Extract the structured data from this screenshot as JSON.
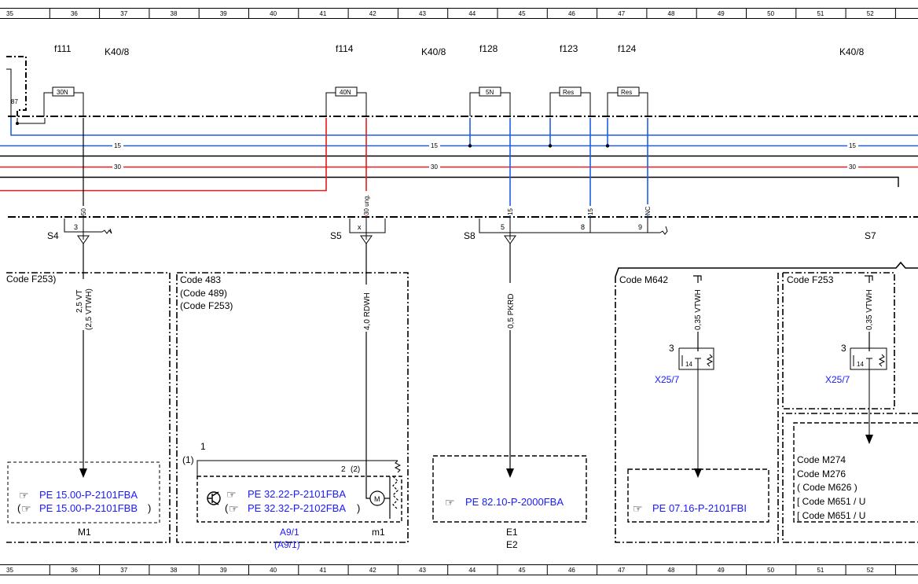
{
  "grid": {
    "columns": [
      "35",
      "36",
      "37",
      "38",
      "39",
      "40",
      "41",
      "42",
      "43",
      "44",
      "45",
      "46",
      "47",
      "48",
      "49",
      "50",
      "51",
      "52"
    ]
  },
  "fuses": {
    "f111": {
      "label": "f111",
      "rating": "30N"
    },
    "f114": {
      "label": "f114",
      "rating": "40N"
    },
    "f128": {
      "label": "f128",
      "rating": "5N"
    },
    "f123": {
      "label": "f123",
      "rating": "Res"
    },
    "f124": {
      "label": "f124",
      "rating": "Res"
    },
    "relay_terminal": "87"
  },
  "modules": {
    "k40_a": "K40/8",
    "k40_b": "K40/8",
    "k40_c": "K40/8"
  },
  "rails": {
    "r15_a": "15",
    "r15_b": "15",
    "r15_c": "15",
    "r30_a": "30",
    "r30_b": "30",
    "r30_c": "30"
  },
  "pins": {
    "p50": "50",
    "p30ung": "30 ung.",
    "p15_a": "15",
    "p15_b": "15",
    "pNC": "NC"
  },
  "connectors": {
    "S4": {
      "label": "S4",
      "pin": "3"
    },
    "S5": {
      "label": "S5",
      "pin": "x"
    },
    "S8": {
      "label": "S8",
      "pin_a": "5",
      "pin_b": "8",
      "pin_c": "9"
    },
    "S7": {
      "label": "S7"
    }
  },
  "wires": {
    "m1_line1": "2,5 VT",
    "m1_line2": "(2,5 VTWH)",
    "a91": "4,0 RDWH",
    "e1": "0,5 PKRD",
    "x257_a": "0,35 VTWH",
    "x257_b": "0,35 VTWH"
  },
  "boxes": {
    "m1": {
      "code": "Code F253)",
      "ref1": "PE 15.00-P-2101FBA",
      "ref2_prefix": "(",
      "ref2": "PE 15.00-P-2101FBB",
      "ref2_suffix": ")",
      "component": "M1"
    },
    "a91": {
      "code1": "Code 483",
      "code2": "(Code 489)",
      "code3": "(Code F253)",
      "terminal1": "1",
      "terminal1b": "(1)",
      "terminal2": "2",
      "terminal2b": "(2)",
      "ref1": "PE 32.22-P-2101FBA",
      "ref2_prefix": "(",
      "ref2": "PE 32.32-P-2102FBA",
      "ref2_suffix": ")",
      "component1": "A9/1",
      "component2": "(A9/1)",
      "motor_label": "m1",
      "motor_symbol": "M"
    },
    "e1": {
      "ref": "PE 82.10-P-2000FBA",
      "component1": "E1",
      "component2": "E2"
    },
    "m642": {
      "code": "Code M642",
      "pin_a": "3",
      "pin_b": "14",
      "component": "X25/7",
      "ref": "PE 07.16-P-2101FBI"
    },
    "f253r": {
      "code": "Code F253",
      "pin_a": "3",
      "pin_b": "14",
      "component": "X25/7"
    },
    "mcodes": {
      "line1": "Code M274",
      "line2": "Code M276",
      "line3": "( Code M626 )",
      "line4": "[ Code M651  /  U",
      "line5": "[ Code M651  /  U"
    }
  },
  "colors": {
    "red": "#e41b1b",
    "blue": "#1f5fe0",
    "link": "#1a1aff",
    "black": "#000000"
  },
  "icons": [
    "pointing-hand-icon",
    "transistor-icon",
    "motor-icon",
    "ground-arrow-icon"
  ]
}
